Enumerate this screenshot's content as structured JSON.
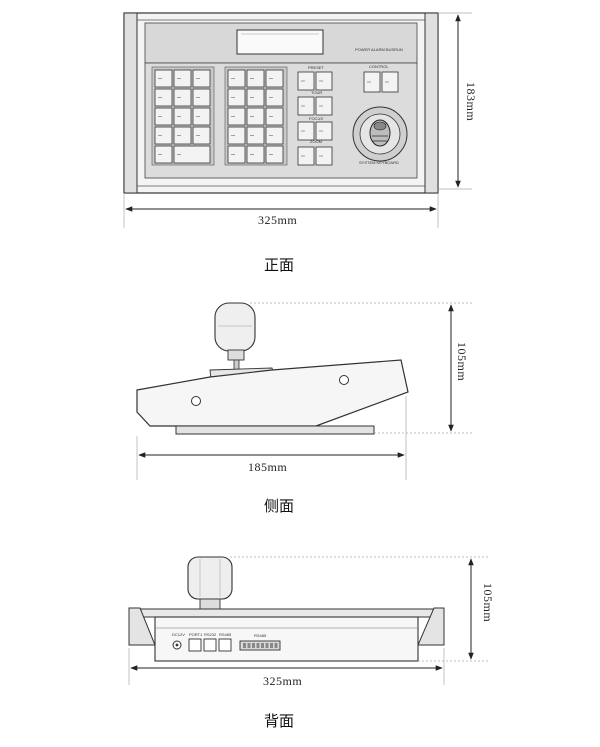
{
  "front": {
    "caption": "正面",
    "width_label": "325mm",
    "height_label": "183mm",
    "status_leds": "POWER ALARM BUSRUN",
    "group_labels": [
      "PRESET",
      "TOUR",
      "FOCUS",
      "ZOOM",
      "CONTROL"
    ],
    "brand_text": "SYSTEM KEYBOARD"
  },
  "side": {
    "caption": "侧面",
    "depth_label": "185mm",
    "height_label": "105mm"
  },
  "back": {
    "caption": "背面",
    "width_label": "325mm",
    "height_label": "105mm",
    "port_labels": [
      "DC12V",
      "PORT1",
      "RS232",
      "RS485",
      "RS485"
    ]
  }
}
